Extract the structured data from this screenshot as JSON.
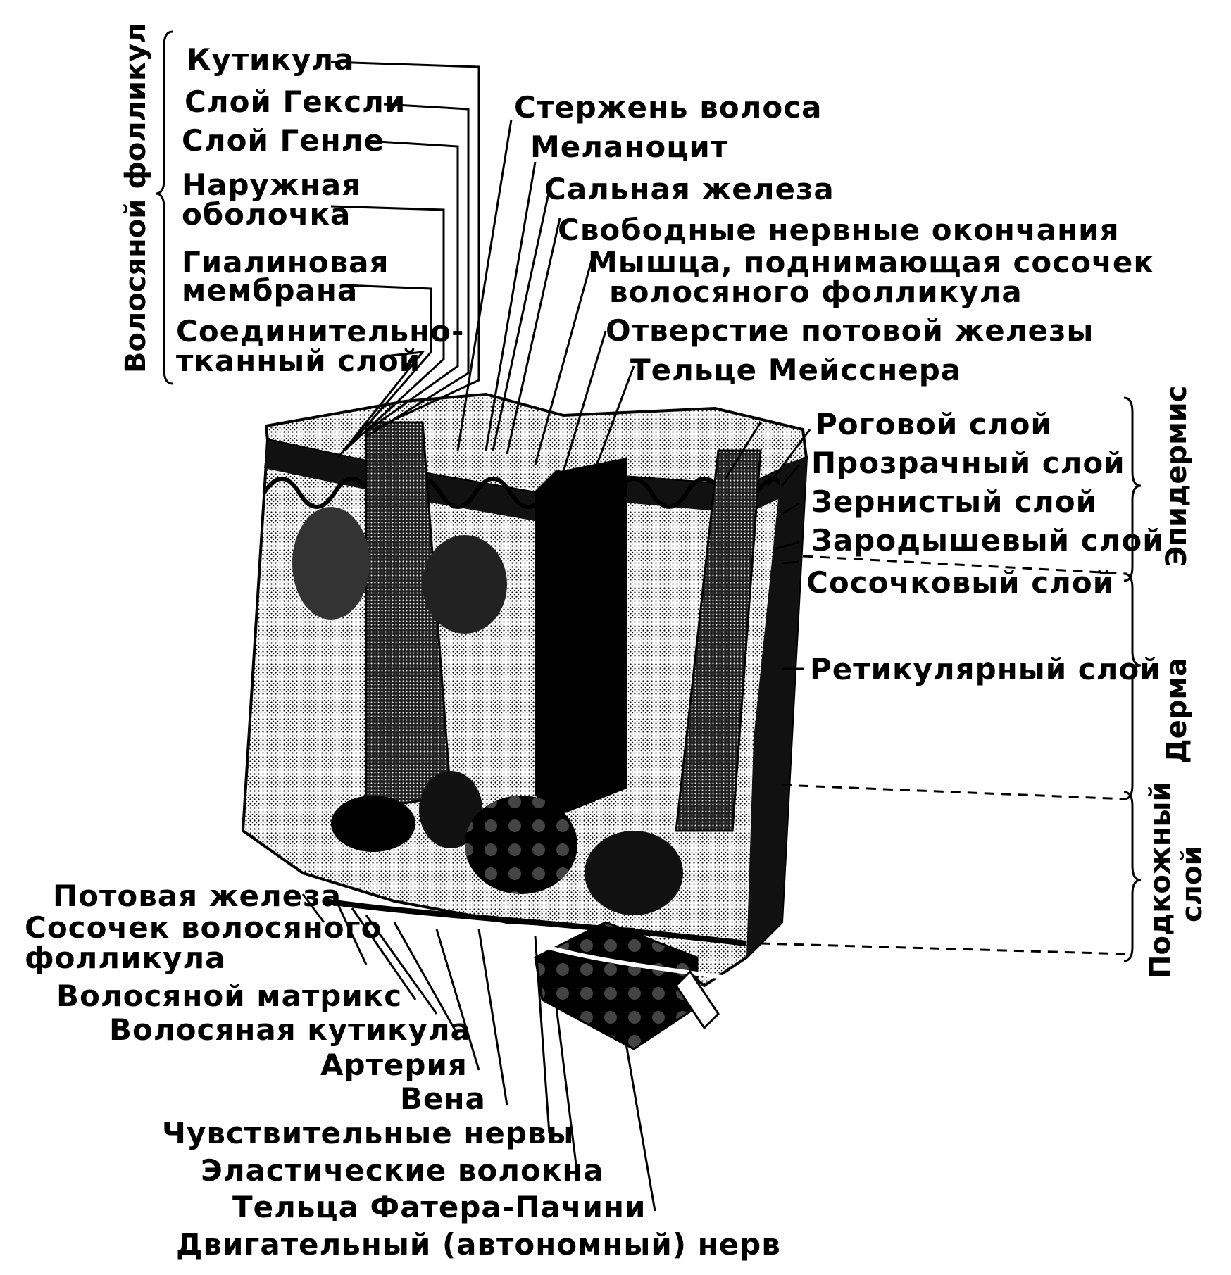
{
  "group_labels": {
    "follicle": "Волосяной фолликул",
    "epidermis": "Эпидермис",
    "dermis": "Дерма",
    "hypodermis_1": "Подкожный",
    "hypodermis_2": "слой"
  },
  "follicle_labels": [
    "Кутикула",
    "Слой Гексли",
    "Слой Генле",
    "Наружная",
    "оболочка",
    "Гиалиновая",
    "мембрана",
    "Соединительно-",
    "тканный слой"
  ],
  "top_labels": [
    "Стержень волоса",
    "Меланоцит",
    "Сальная железа",
    "Свободные нервные окончания",
    "Мышца, поднимающая сосочек",
    "волосяного фолликула",
    "Отверстие потовой железы",
    "Тельце Мейсснера"
  ],
  "right_labels": [
    "Роговой слой",
    "Прозрачный слой",
    "Зернистый слой",
    "Зародышевый слой",
    "Сосочковый слой",
    "Ретикулярный слой"
  ],
  "bottom_labels": [
    "Потовая железа",
    "Сосочек волосяного",
    "фолликула",
    "Волосяной матрикс",
    "Волосяная кутикула",
    "Артерия",
    "Вена",
    "Чувствительные нервы",
    "Эластические волокна",
    "Тельца Фатера-Пачини",
    "Двигательный (автономный) нерв"
  ]
}
